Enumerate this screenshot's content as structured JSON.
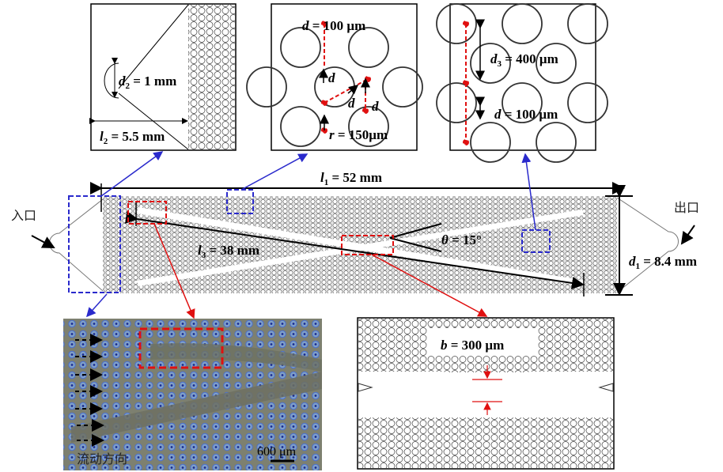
{
  "main_chip": {
    "inlet_label": "入口",
    "outlet_label": "出口",
    "l1": {
      "var": "l",
      "sub": "1",
      "value": " = 52 mm"
    },
    "l3": {
      "var": "l",
      "sub": "3",
      "value": " = 38 mm"
    },
    "theta": {
      "var": "θ",
      "value": " = 15°"
    },
    "d1": {
      "var": "d",
      "sub": "1",
      "value": " = 8.4 mm"
    }
  },
  "inset_inlet": {
    "d2": {
      "var": "d",
      "sub": "2",
      "value": " = 1 mm"
    },
    "l2": {
      "var": "l",
      "sub": "2",
      "value": " = 5.5 mm"
    }
  },
  "inset_pillars": {
    "d": {
      "var": "d",
      "value": " = 100 μm"
    },
    "d_mark": "d",
    "r": {
      "var": "r",
      "value": " = 150μm"
    }
  },
  "inset_spacing": {
    "d3": {
      "var": "d",
      "sub": "3",
      "value": " = 400 μm"
    },
    "d": {
      "var": "d",
      "value": " = 100 μm"
    }
  },
  "inset_crossing": {
    "b": {
      "var": "b",
      "value": " = 300 μm"
    }
  },
  "photo": {
    "flow_direction_label": "流动方向",
    "scale_bar": "600 μm"
  },
  "colors": {
    "blue": "#2a2acc",
    "red": "#e01010",
    "chip_gray": "#cfcfcf"
  }
}
